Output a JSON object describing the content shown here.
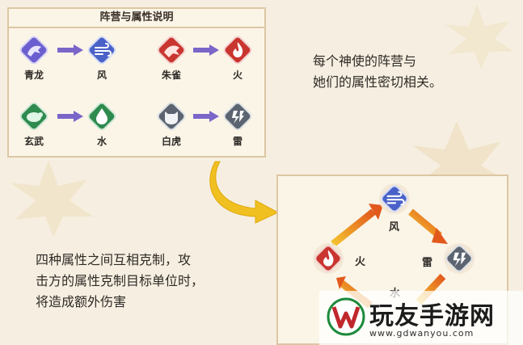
{
  "panel": {
    "title": "阵营与属性说明",
    "pairs": [
      {
        "faction": "青龙",
        "element": "风"
      },
      {
        "faction": "朱雀",
        "element": "火"
      },
      {
        "faction": "玄武",
        "element": "水"
      },
      {
        "faction": "白虎",
        "element": "雷"
      }
    ]
  },
  "desc1": {
    "line1": "每个神使的阵营与",
    "line2": "她们的属性密切相关。"
  },
  "desc2": {
    "line1": "四种属性之间互相克制，攻",
    "line2": "击方的属性克制目标单位时，",
    "line3": "将造成额外伤害"
  },
  "diagram": {
    "wind": "风",
    "fire": "火",
    "thunder": "雷",
    "water": "水"
  },
  "watermark": {
    "name": "玩友手游网",
    "url": "www.gdwanyou.com"
  },
  "colors": {
    "wind": "#4a62c8",
    "fire": "#c9352f",
    "water": "#2e8a4e",
    "thunder": "#5b6470",
    "arrow_purple": "#7a66c9",
    "arrow_orange": "#e8821e",
    "gold_arrow": "#f0c020"
  }
}
